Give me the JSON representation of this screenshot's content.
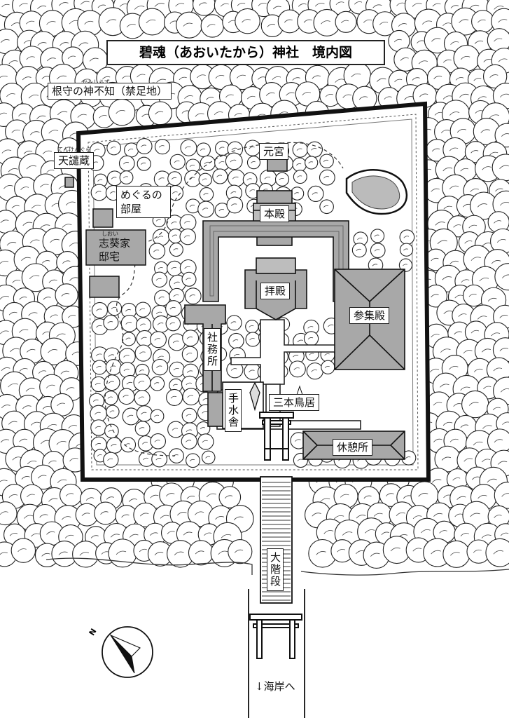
{
  "map": {
    "title": "碧魂（あおいたから）神社　境内図",
    "labels": {
      "kamishirazu": "根守の神不知（禁足地）",
      "kamishirazu_ruby": "かみしらず",
      "tenkengura": "天譴蔵",
      "tenkengura_ruby": "てんけんぐら",
      "moto_miya": "元宮",
      "meguru_room_1": "めぐるの",
      "meguru_room_2": "部屋",
      "shioi_house_1": "志葵家",
      "shioi_house_2": "邸宅",
      "shioi_ruby": "しおい",
      "honden": "本殿",
      "haiden": "拝殿",
      "sanshuden": "参集殿",
      "shamusho": "社務所",
      "temizusha": "手水舎",
      "mitsutorii": "三本鳥居",
      "kyukeisho": "休憩所",
      "ookaidan": "大階段",
      "to_coast": "↓海岸へ"
    },
    "compass": {
      "north_label": "N",
      "north_bearing_deg": -58
    },
    "colors": {
      "ink": "#1a1a1a",
      "roof": "#a8a8a8",
      "roof_light": "#c8c8c8",
      "ground": "#ffffff"
    }
  }
}
